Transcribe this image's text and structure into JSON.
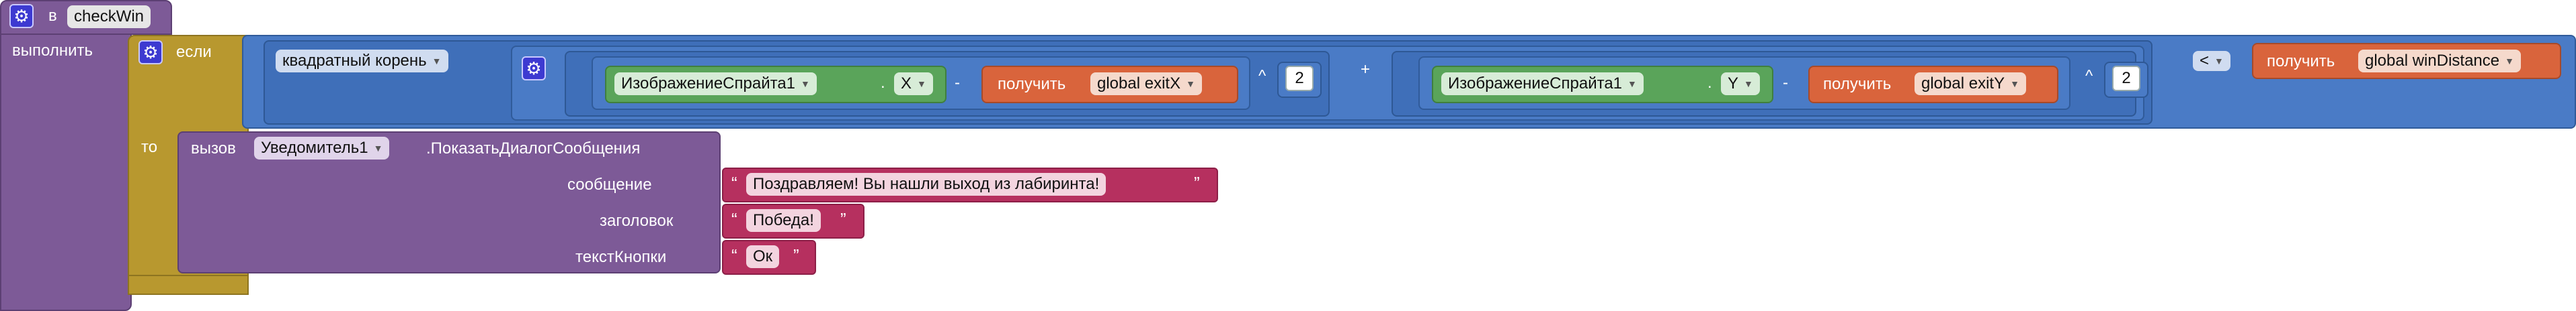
{
  "procedure": {
    "prefix": "в",
    "name": "checkWin",
    "do_label": "выполнить"
  },
  "if_block": {
    "if_label": "если",
    "then_label": "то"
  },
  "condition": {
    "sqrt_label": "квадратный корень",
    "term_x": {
      "component": "ИзображениеСпрайта1",
      "dot": ".",
      "property": "X",
      "minus": "-",
      "get_label": "получить",
      "variable": "global exitX",
      "pow": "^",
      "exponent": "2"
    },
    "plus": "+",
    "term_y": {
      "component": "ИзображениеСпрайта1",
      "dot": ".",
      "property": "Y",
      "minus": "-",
      "get_label": "получить",
      "variable": "global exitY",
      "pow": "^",
      "exponent": "2"
    },
    "compare_op": "<",
    "rhs_get_label": "получить",
    "rhs_variable": "global winDistance"
  },
  "call": {
    "call_label": "вызов",
    "component": "Уведомитель1",
    "method": ".ПоказатьДиалогСообщения",
    "params": [
      {
        "label": "сообщение",
        "value": "Поздравляем! Вы нашли выход из лабиринта!"
      },
      {
        "label": "заголовок",
        "value": "Победа!"
      },
      {
        "label": "текстКнопки",
        "value": "Ок"
      }
    ]
  },
  "quote_open": "“",
  "quote_close": "”",
  "colors": {
    "procedure": "#7d5a97",
    "control": "#b8982f",
    "math": "#4a7bc6",
    "component": "#5aa45a",
    "variable": "#d9643c",
    "text": "#b6305f",
    "gear": "#3d3ad1"
  }
}
